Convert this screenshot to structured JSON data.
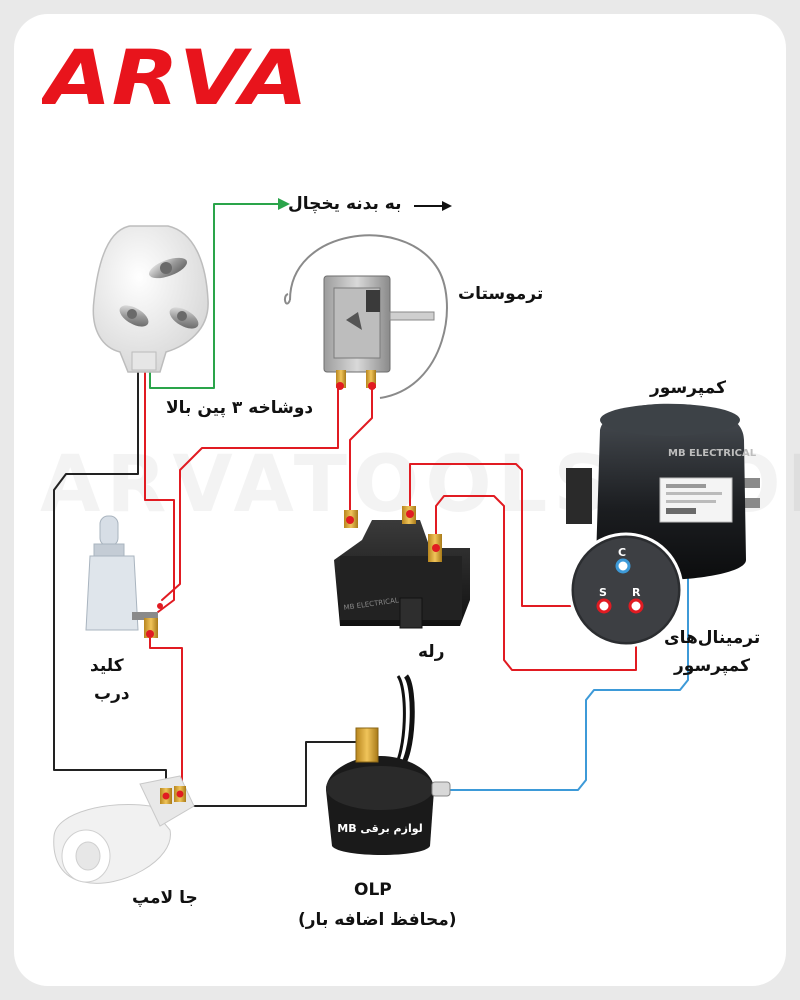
{
  "brand": {
    "logo_text": "ARVA",
    "logo_color": "#e8141c",
    "watermark": "ARVATOOLS.COM"
  },
  "labels": {
    "body_ground": "به بدنه یخچال",
    "thermostat": "ترموستات",
    "compressor": "کمپرسور",
    "plug": "دوشاخه ۳ پین بالا",
    "relay": "رله",
    "relay_brand": "MB ELECTRICAL",
    "compressor_brand": "MB ELECTRICAL",
    "compressor_terminals_1": "ترمینال‌های",
    "compressor_terminals_2": "کمپرسور",
    "door_switch_1": "کلید",
    "door_switch_2": "درب",
    "lamp_socket": "جا لامپ",
    "olp_stamp": "لوازم برقی MB",
    "olp": "OLP",
    "olp_desc": "(محافظ اضافه بار)",
    "terminal_c": "C",
    "terminal_s": "S",
    "terminal_r": "R"
  },
  "colors": {
    "wire_red": "#e11b22",
    "wire_black": "#222222",
    "wire_green": "#2aa44a",
    "wire_blue": "#3d9ad8",
    "terminal_dot": "#e11b22"
  }
}
